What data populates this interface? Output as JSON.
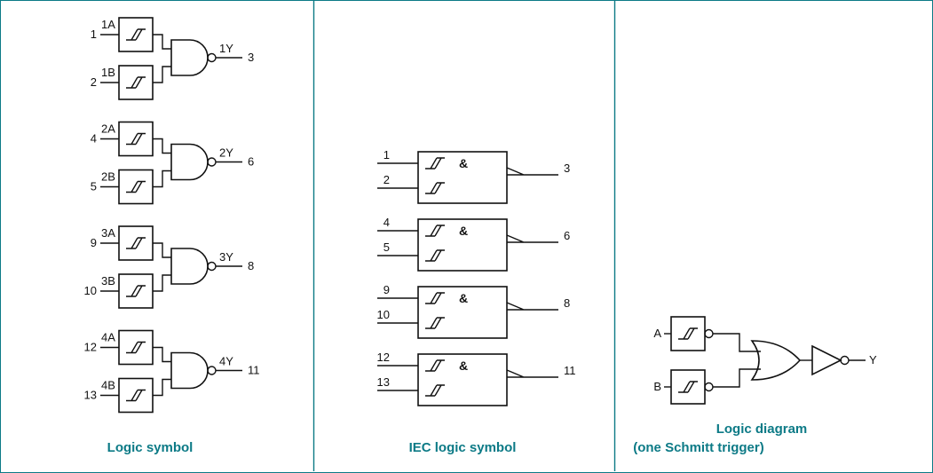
{
  "colors": {
    "accent": "#0c7a86",
    "line": "#111111"
  },
  "left_panel": {
    "caption": "Logic symbol",
    "gates": [
      {
        "in1_pin": "1",
        "in1_label": "1A",
        "in2_pin": "2",
        "in2_label": "1B",
        "out_label": "1Y",
        "out_pin": "3"
      },
      {
        "in1_pin": "4",
        "in1_label": "2A",
        "in2_pin": "5",
        "in2_label": "2B",
        "out_label": "2Y",
        "out_pin": "6"
      },
      {
        "in1_pin": "9",
        "in1_label": "3A",
        "in2_pin": "10",
        "in2_label": "3B",
        "out_label": "3Y",
        "out_pin": "8"
      },
      {
        "in1_pin": "12",
        "in1_label": "4A",
        "in2_pin": "13",
        "in2_label": "4B",
        "out_label": "4Y",
        "out_pin": "11"
      }
    ]
  },
  "middle_panel": {
    "caption": "IEC logic symbol",
    "gates": [
      {
        "in1_pin": "1",
        "in2_pin": "2",
        "out_pin": "3",
        "and_label": "&"
      },
      {
        "in1_pin": "4",
        "in2_pin": "5",
        "out_pin": "6",
        "and_label": "&"
      },
      {
        "in1_pin": "9",
        "in2_pin": "10",
        "out_pin": "8",
        "and_label": "&"
      },
      {
        "in1_pin": "12",
        "in2_pin": "13",
        "out_pin": "11",
        "and_label": "&"
      }
    ]
  },
  "right_panel": {
    "caption_line1": "Logic diagram",
    "caption_line2": "(one Schmitt trigger)",
    "input_a_label": "A",
    "input_b_label": "B",
    "output_label": "Y"
  }
}
